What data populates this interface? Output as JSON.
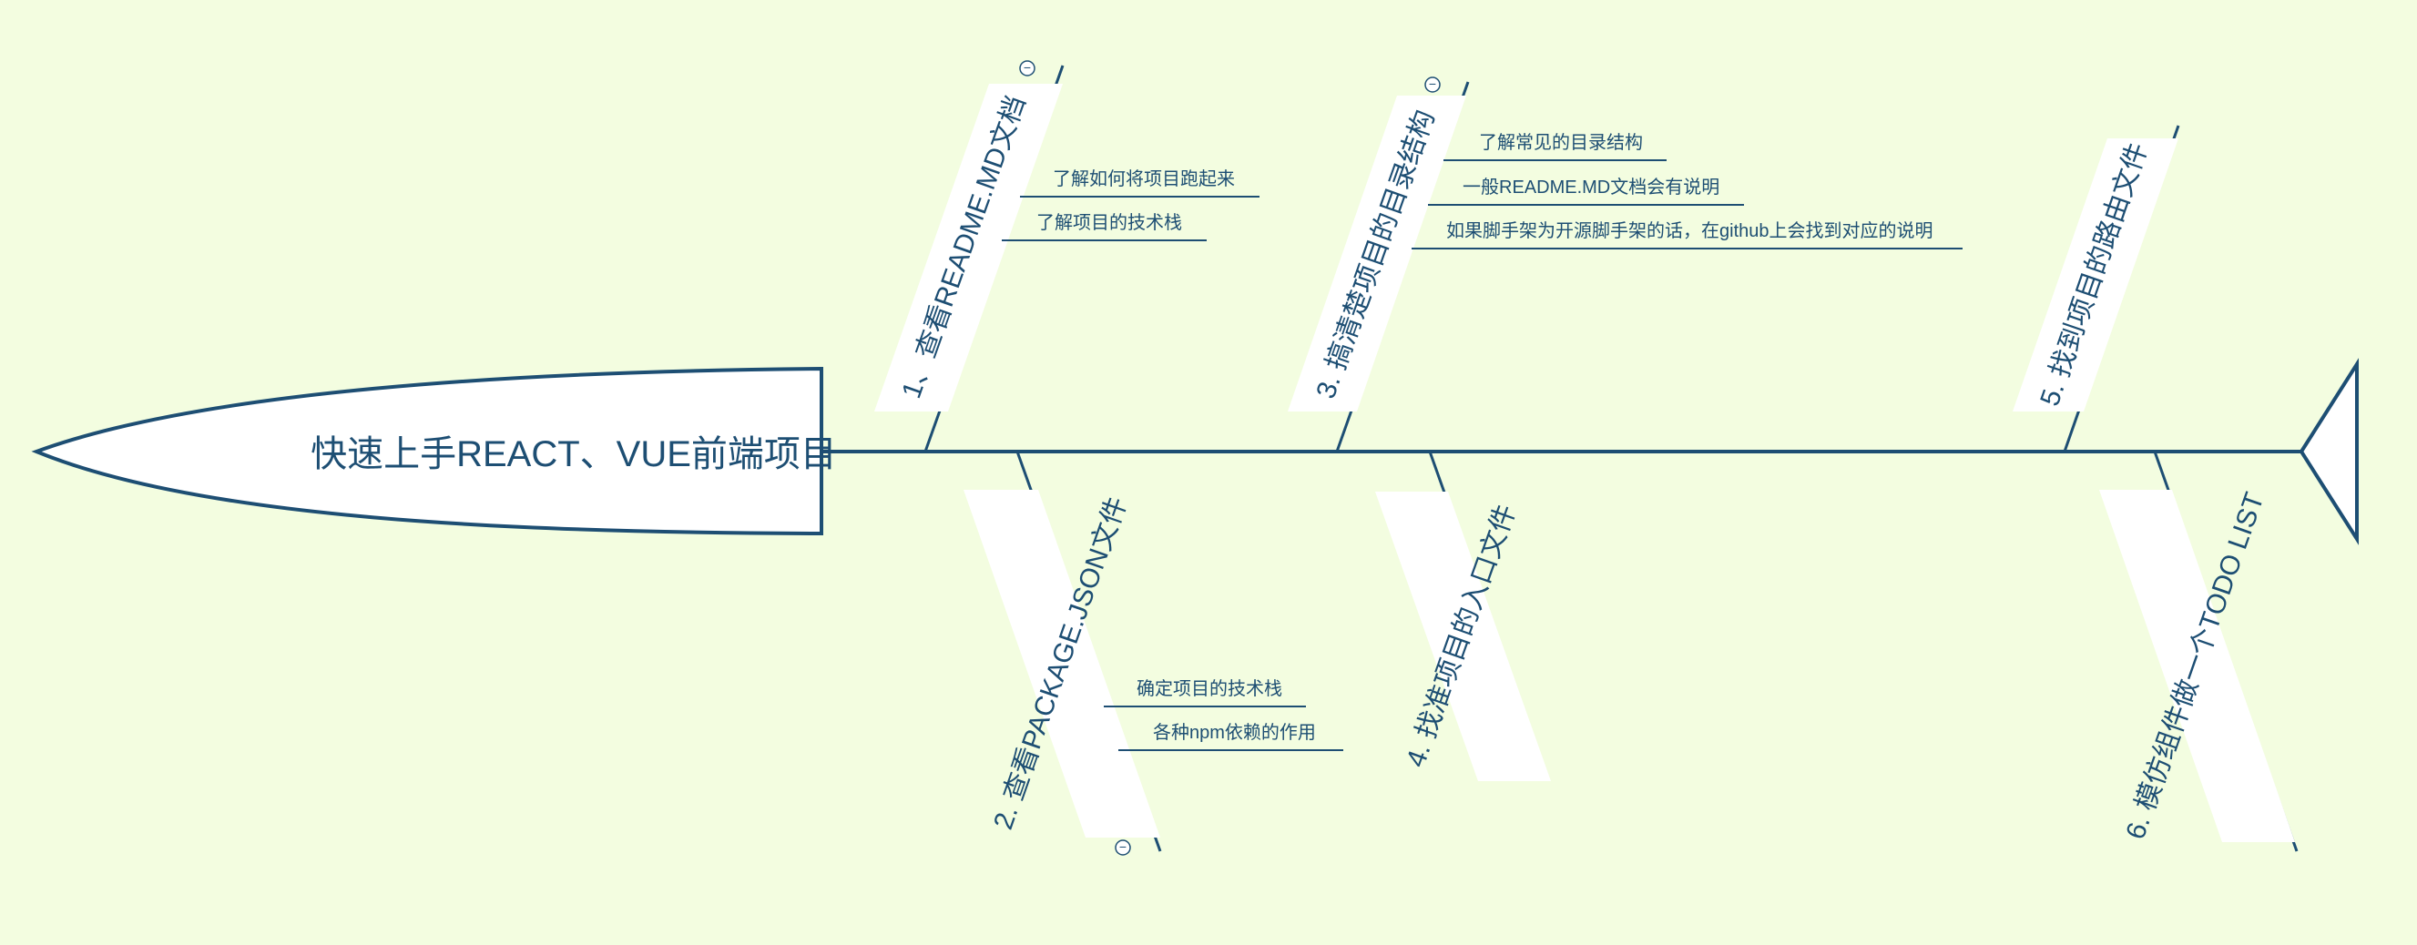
{
  "title": "快速上手REACT、VUE前端项目",
  "colors": {
    "background": "#f3fde0",
    "line": "#1d4e73",
    "text": "#1d4e73",
    "label_box": "#ffffff"
  },
  "branches": [
    {
      "label": "1、查看README.MD文档",
      "collapse_symbol": "−",
      "subs": [
        "了解如何将项目跑起来",
        "了解项目的技术栈"
      ]
    },
    {
      "label": "2. 查看PACKAGE.JSON文件",
      "collapse_symbol": "−",
      "subs": [
        "确定项目的技术栈",
        "各种npm依赖的作用"
      ]
    },
    {
      "label": "3. 搞清楚项目的目录结构",
      "collapse_symbol": "−",
      "subs": [
        "了解常见的目录结构",
        "一般README.MD文档会有说明",
        "如果脚手架为开源脚手架的话，在github上会找到对应的说明"
      ]
    },
    {
      "label": "4. 找准项目的入口文件",
      "subs": []
    },
    {
      "label": "5. 找到项目的路由文件",
      "subs": []
    },
    {
      "label": "6. 模仿组件做一个TODO LIST",
      "subs": []
    }
  ]
}
